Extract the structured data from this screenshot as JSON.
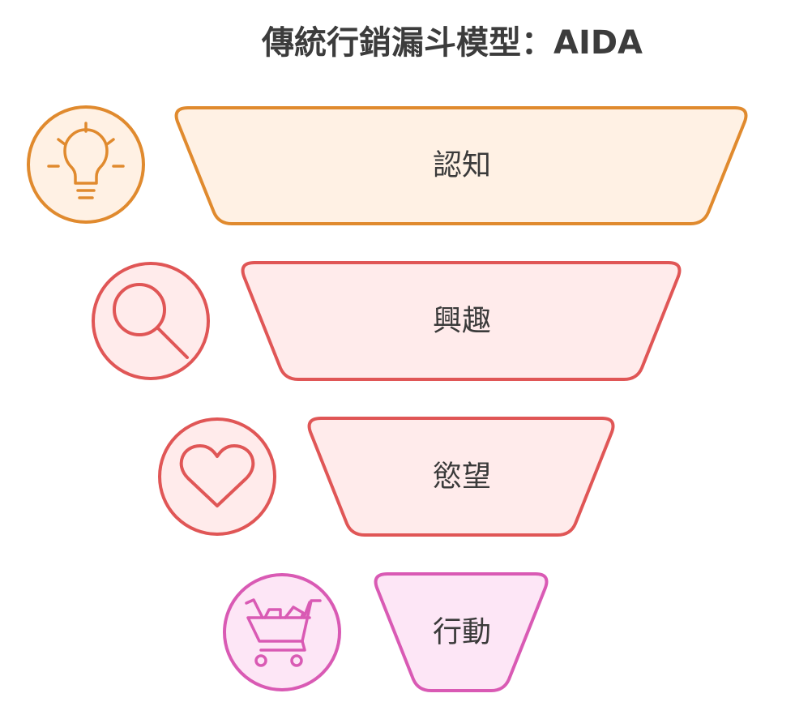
{
  "title": "傳統行銷漏斗模型：AIDA",
  "stages": [
    {
      "label": "認知",
      "icon": "lightbulb-icon",
      "stroke": "#e08a2e",
      "fill": "#fff1e4"
    },
    {
      "label": "興趣",
      "icon": "magnifier-icon",
      "stroke": "#e05656",
      "fill": "#ffebeb"
    },
    {
      "label": "慾望",
      "icon": "heart-icon",
      "stroke": "#e05656",
      "fill": "#ffebeb"
    },
    {
      "label": "行動",
      "icon": "shopping-cart-icon",
      "stroke": "#d95ab4",
      "fill": "#fde6f6"
    }
  ]
}
